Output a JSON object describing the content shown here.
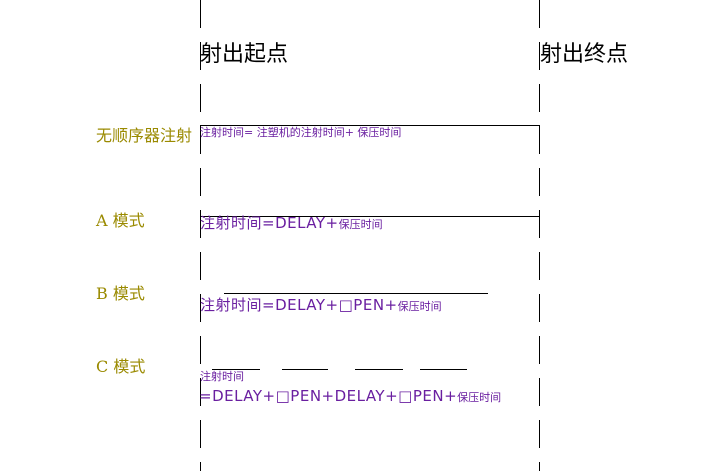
{
  "diagram": {
    "header": {
      "start": "射出起点",
      "end": "射出终点"
    },
    "rows": [
      {
        "mode": "无顺序器注射",
        "formula": "注射时间= 注塑机的注射时间+ 保压时间"
      },
      {
        "mode": "A 模式",
        "formula_main": "注射时间=DELAY+",
        "formula_tail": "保压时间"
      },
      {
        "mode": "B 模式",
        "formula_main": "注射时间=DELAY+□PEN+",
        "formula_tail": "保压时间"
      },
      {
        "mode": "C 模式",
        "formula_line1": "注射时间",
        "formula_main": "=DELAY+□PEN+DELAY+□PEN+",
        "formula_tail": "保压时间"
      }
    ],
    "colors": {
      "mode_label": "#9a8a00",
      "formula": "#6a1fa0",
      "lines": "#000000"
    }
  }
}
